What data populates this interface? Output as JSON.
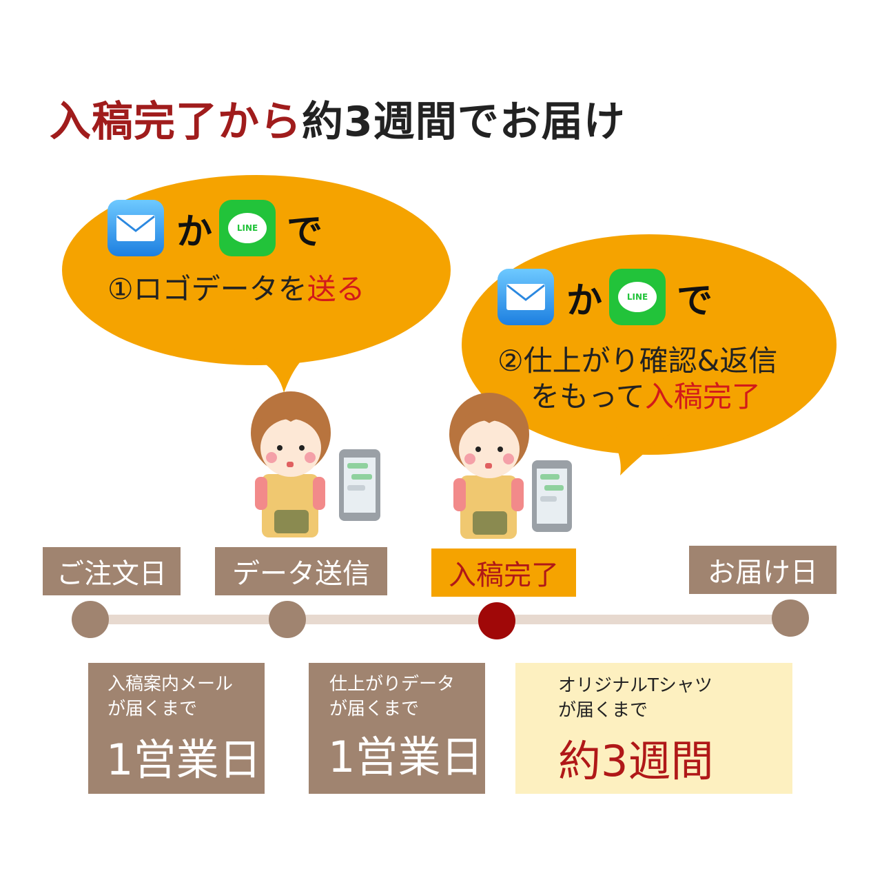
{
  "title": {
    "part1": "入稿完了から",
    "part2": "約3週間でお届け"
  },
  "bubble1": {
    "ka": "か",
    "de": "で",
    "line_label": "LINE",
    "text_main": "①ロゴデータを",
    "text_red": "送る"
  },
  "bubble2": {
    "ka": "か",
    "de": "で",
    "line_label": "LINE",
    "text_line1": "②仕上がり確認&返信",
    "text_line2_main": "をもって",
    "text_line2_red": "入稿完了"
  },
  "timeline": {
    "labels": [
      "ご注文日",
      "データ送信",
      "入稿完了",
      "お届け日"
    ]
  },
  "cards": [
    {
      "line1": "入稿案内メール",
      "line2": "が届くまで",
      "big": "1営業日"
    },
    {
      "line1": "仕上がりデータ",
      "line2": "が届くまで",
      "big": "1営業日"
    },
    {
      "line1": "オリジナルTシャツ",
      "line2": "が届くまで",
      "big": "約3週間"
    }
  ],
  "colors": {
    "orange": "#f5a300",
    "brown": "#a08470",
    "dark_red": "#a01c1c",
    "red": "#d21a1a",
    "line_green": "#22c33a"
  },
  "icons": [
    "mail-icon",
    "line-icon",
    "girl-illustration",
    "smartphone-icon"
  ]
}
